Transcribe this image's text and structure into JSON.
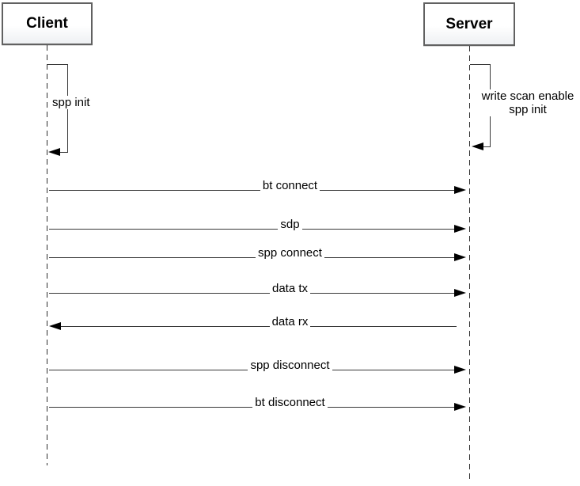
{
  "diagram": {
    "type": "sequence-diagram",
    "actors": [
      {
        "label": "Client"
      },
      {
        "label": "Server"
      }
    ],
    "self_messages": [
      {
        "actor": "Client",
        "lines": [
          "spp init"
        ]
      },
      {
        "actor": "Server",
        "lines": [
          "write scan enable",
          "spp init"
        ]
      }
    ],
    "messages": [
      {
        "from": "Client",
        "to": "Server",
        "direction": "right",
        "label": "bt connect"
      },
      {
        "from": "Client",
        "to": "Server",
        "direction": "right",
        "label": "sdp"
      },
      {
        "from": "Client",
        "to": "Server",
        "direction": "right",
        "label": "spp connect"
      },
      {
        "from": "Client",
        "to": "Server",
        "direction": "right",
        "label": "data tx"
      },
      {
        "from": "Server",
        "to": "Client",
        "direction": "left",
        "label": "data rx"
      },
      {
        "from": "Client",
        "to": "Server",
        "direction": "right",
        "label": "spp disconnect"
      },
      {
        "from": "Client",
        "to": "Server",
        "direction": "right",
        "label": "bt disconnect"
      }
    ],
    "colors": {
      "background": "#ffffff",
      "line": "#383838",
      "arrowhead": "#000000",
      "box_border": "#616161",
      "text": "#000000"
    }
  }
}
